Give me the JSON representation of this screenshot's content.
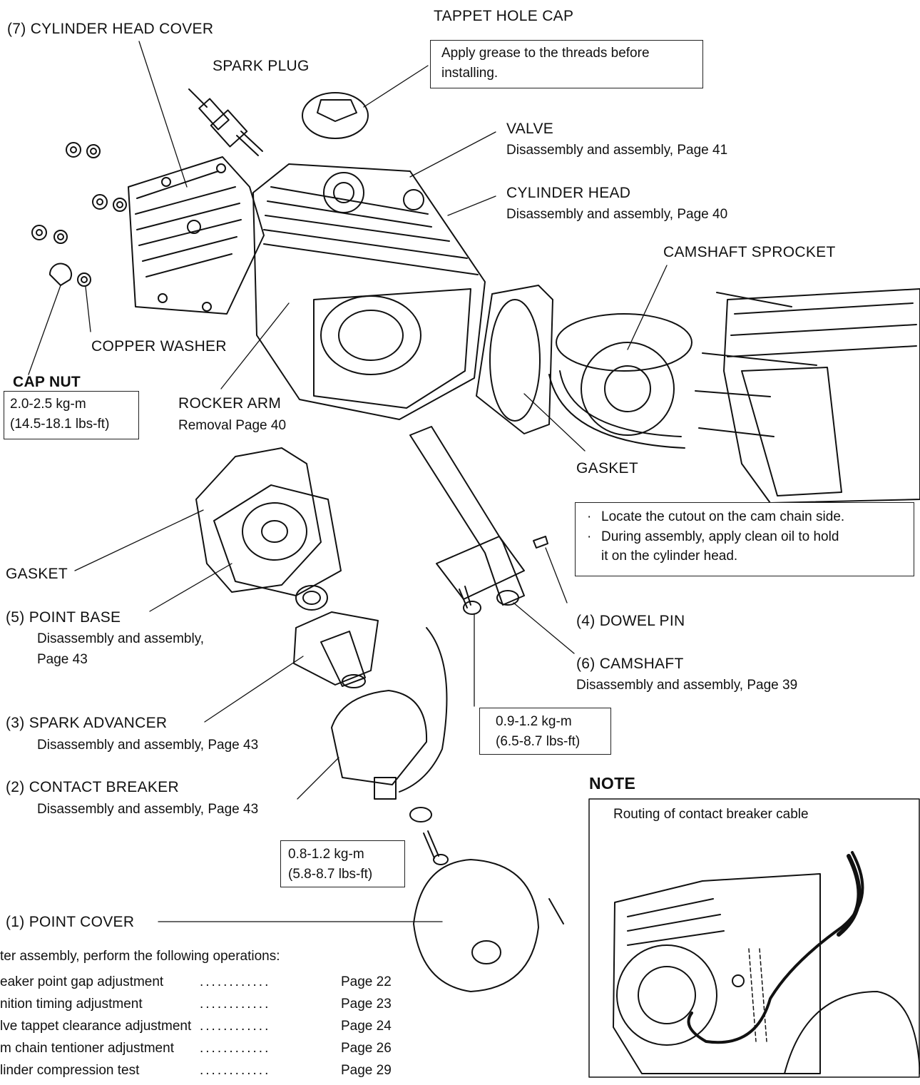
{
  "labels": {
    "cylinder_head_cover": "(7) CYLINDER HEAD COVER",
    "spark_plug": "SPARK PLUG",
    "tappet_hole_cap": "TAPPET HOLE CAP",
    "tappet_note_line1": "Apply grease to the threads before",
    "tappet_note_line2": "installing.",
    "valve": "VALVE",
    "valve_ref": "Disassembly  and assembly, Page 41",
    "cylinder_head": "CYLINDER HEAD",
    "cylinder_head_ref": "Disassembly and assembly, Page 40",
    "camshaft_sprocket": "CAMSHAFT SPROCKET",
    "copper_washer": "COPPER WASHER",
    "cap_nut": "CAP NUT",
    "cap_nut_torque_1": "2.0-2.5 kg-m",
    "cap_nut_torque_2": "(14.5-18.1 lbs-ft)",
    "rocker_arm": "ROCKER ARM",
    "rocker_arm_ref": "Removal Page 40",
    "gasket_top": "GASKET",
    "cutout_note_1": "Locate the cutout on the cam chain side.",
    "cutout_note_2": "During assembly, apply clean oil to hold",
    "cutout_note_3": "it on the cylinder head.",
    "bullet": "·",
    "gasket_left": "GASKET",
    "point_base": "(5)  POINT BASE",
    "point_base_ref_1": "Disassembly and assembly,",
    "point_base_ref_2": "Page 43",
    "dowel_pin": "(4)  DOWEL PIN",
    "camshaft": "(6)  CAMSHAFT",
    "camshaft_ref": "Disassembly and assembly, Page 39",
    "spark_advancer": "(3)  SPARK ADVANCER",
    "spark_advancer_ref": "Disassembly and assembly, Page 43",
    "bolt_torque_1": "0.9-1.2 kg-m",
    "bolt_torque_2": "(6.5-8.7 lbs-ft)",
    "contact_breaker": "(2)  CONTACT BREAKER",
    "contact_breaker_ref": "Disassembly and assembly, Page 43",
    "note_title": "NOTE",
    "note_caption": "Routing of contact breaker cable",
    "screw_torque_1": "0.8-1.2 kg-m",
    "screw_torque_2": "(5.8-8.7 lbs-ft)",
    "point_cover": "(1)  POINT COVER"
  },
  "operations": {
    "heading": "ter assembly, perform the following operations:",
    "dots": "............",
    "items": [
      {
        "name": "eaker point gap adjustment",
        "page": "Page 22"
      },
      {
        "name": "nition timing adjustment",
        "page": "Page 23"
      },
      {
        "name": "lve tappet clearance adjustment",
        "page": "Page 24"
      },
      {
        "name": "m chain tentioner adjustment",
        "page": "Page 26"
      },
      {
        "name": "linder compression test",
        "page": "Page 29"
      }
    ]
  }
}
